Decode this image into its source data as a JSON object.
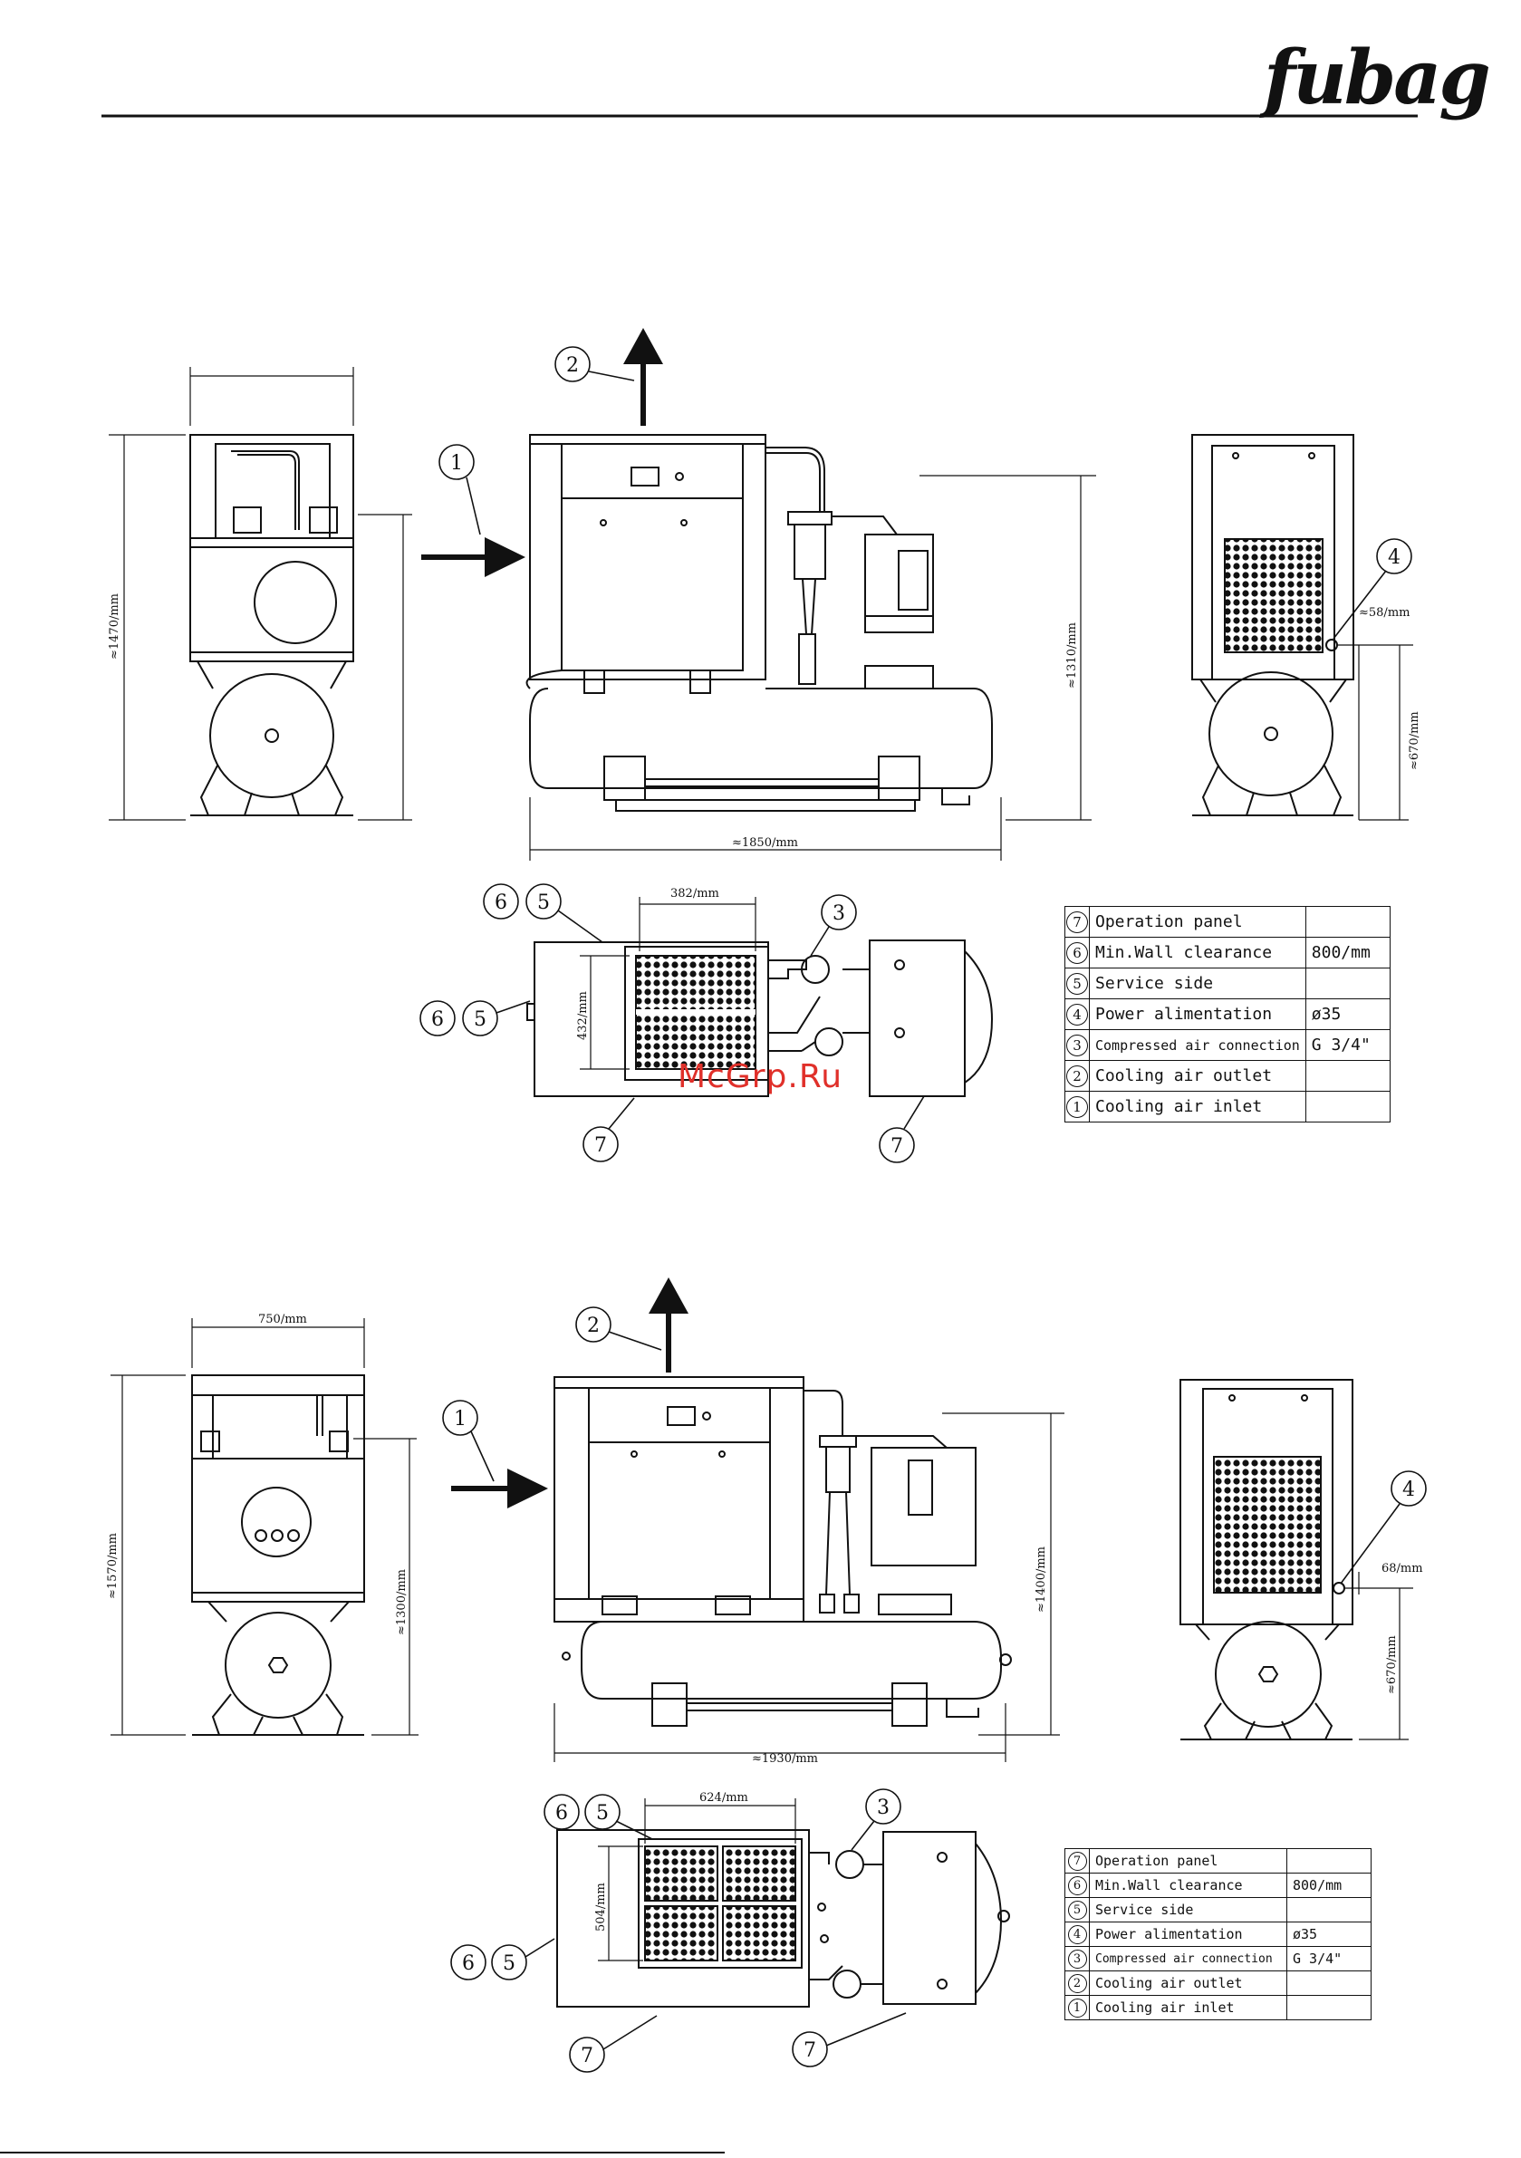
{
  "brand": {
    "logo_text": "fubag"
  },
  "watermark": {
    "text": "McGrp.Ru"
  },
  "colors": {
    "line": "#111111",
    "watermark": "#e0302a",
    "background": "#ffffff"
  },
  "model_a": {
    "dims": {
      "height_left": "≈1470/mm",
      "height_front": "≈1310/mm",
      "length": "≈1850/mm",
      "outlet_offset": "≈58/mm",
      "outlet_height": "≈670/mm",
      "top_width": "382/mm",
      "top_depth": "432/mm"
    },
    "callouts": [
      "1",
      "2",
      "3",
      "4",
      "5",
      "6",
      "7"
    ]
  },
  "model_b": {
    "dims": {
      "width_left": "750/mm",
      "height_left": "≈1570/mm",
      "height_left_inner": "≈1300/mm",
      "height_front": "≈1400/mm",
      "length": "≈1930/mm",
      "outlet_offset": "68/mm",
      "outlet_height": "≈670/mm",
      "top_width": "624/mm",
      "top_depth": "504/mm"
    }
  },
  "legend": {
    "rows": [
      {
        "num": "7",
        "desc": "Operation panel",
        "value": ""
      },
      {
        "num": "6",
        "desc": "Min.Wall clearance",
        "value": "800/mm"
      },
      {
        "num": "5",
        "desc": "Service side",
        "value": ""
      },
      {
        "num": "4",
        "desc": "Power alimentation",
        "value": "ø35"
      },
      {
        "num": "3",
        "desc": "Compressed air connection",
        "value": "G 3/4\""
      },
      {
        "num": "2",
        "desc": "Cooling air outlet",
        "value": ""
      },
      {
        "num": "1",
        "desc": "Cooling air inlet",
        "value": ""
      }
    ]
  }
}
